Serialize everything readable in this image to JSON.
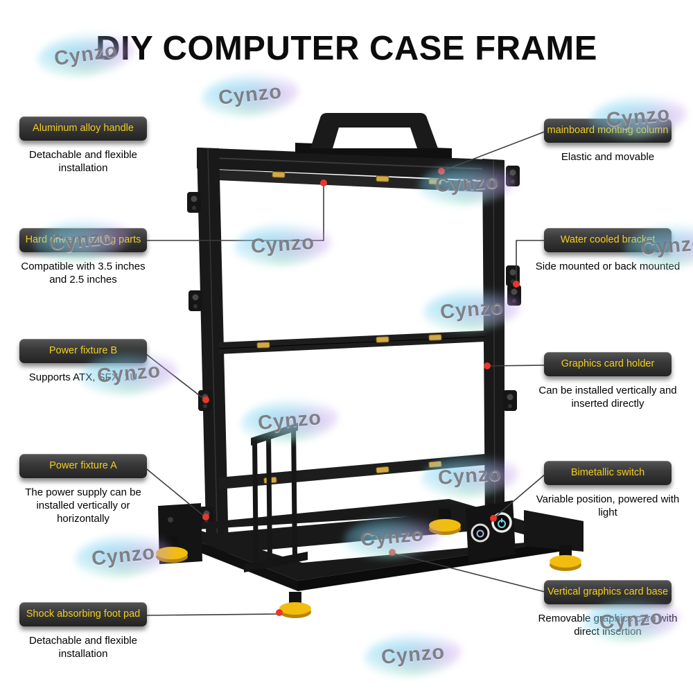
{
  "title": "DIY COMPUTER CASE FRAME",
  "watermark": "Cynzo",
  "colors": {
    "label_bg": "#3a3a3a",
    "label_text": "#f2cf1e",
    "leader_dot": "#e8372b",
    "foot_yellow": "#f2bd0e",
    "frame_black": "#191919"
  },
  "callouts": {
    "left": [
      {
        "label": "Aluminum alloy handle",
        "desc": "Detachable and flexible installation"
      },
      {
        "label": "Hard drive mounting parts",
        "desc": "Compatible with 3.5 inches and 2.5 inches"
      },
      {
        "label": "Power fixture B",
        "desc": "Supports ATX, SFX, 1U"
      },
      {
        "label": "Power fixture A",
        "desc": "The power supply can be installed vertically or horizontally"
      },
      {
        "label": "Shock absorbing foot pad",
        "desc": "Detachable and flexible installation"
      }
    ],
    "right": [
      {
        "label": "mainboard monting column",
        "desc": "Elastic and movable"
      },
      {
        "label": "Water cooled bracket",
        "desc": "Side mounted or back mounted"
      },
      {
        "label": "Graphics card holder",
        "desc": "Can be installed vertically and inserted directly"
      },
      {
        "label": "Bimetallic switch",
        "desc": "Variable position, powered with light"
      },
      {
        "label": "Vertical graphics card base",
        "desc": "Removable graphics card with direct insertion"
      }
    ]
  }
}
